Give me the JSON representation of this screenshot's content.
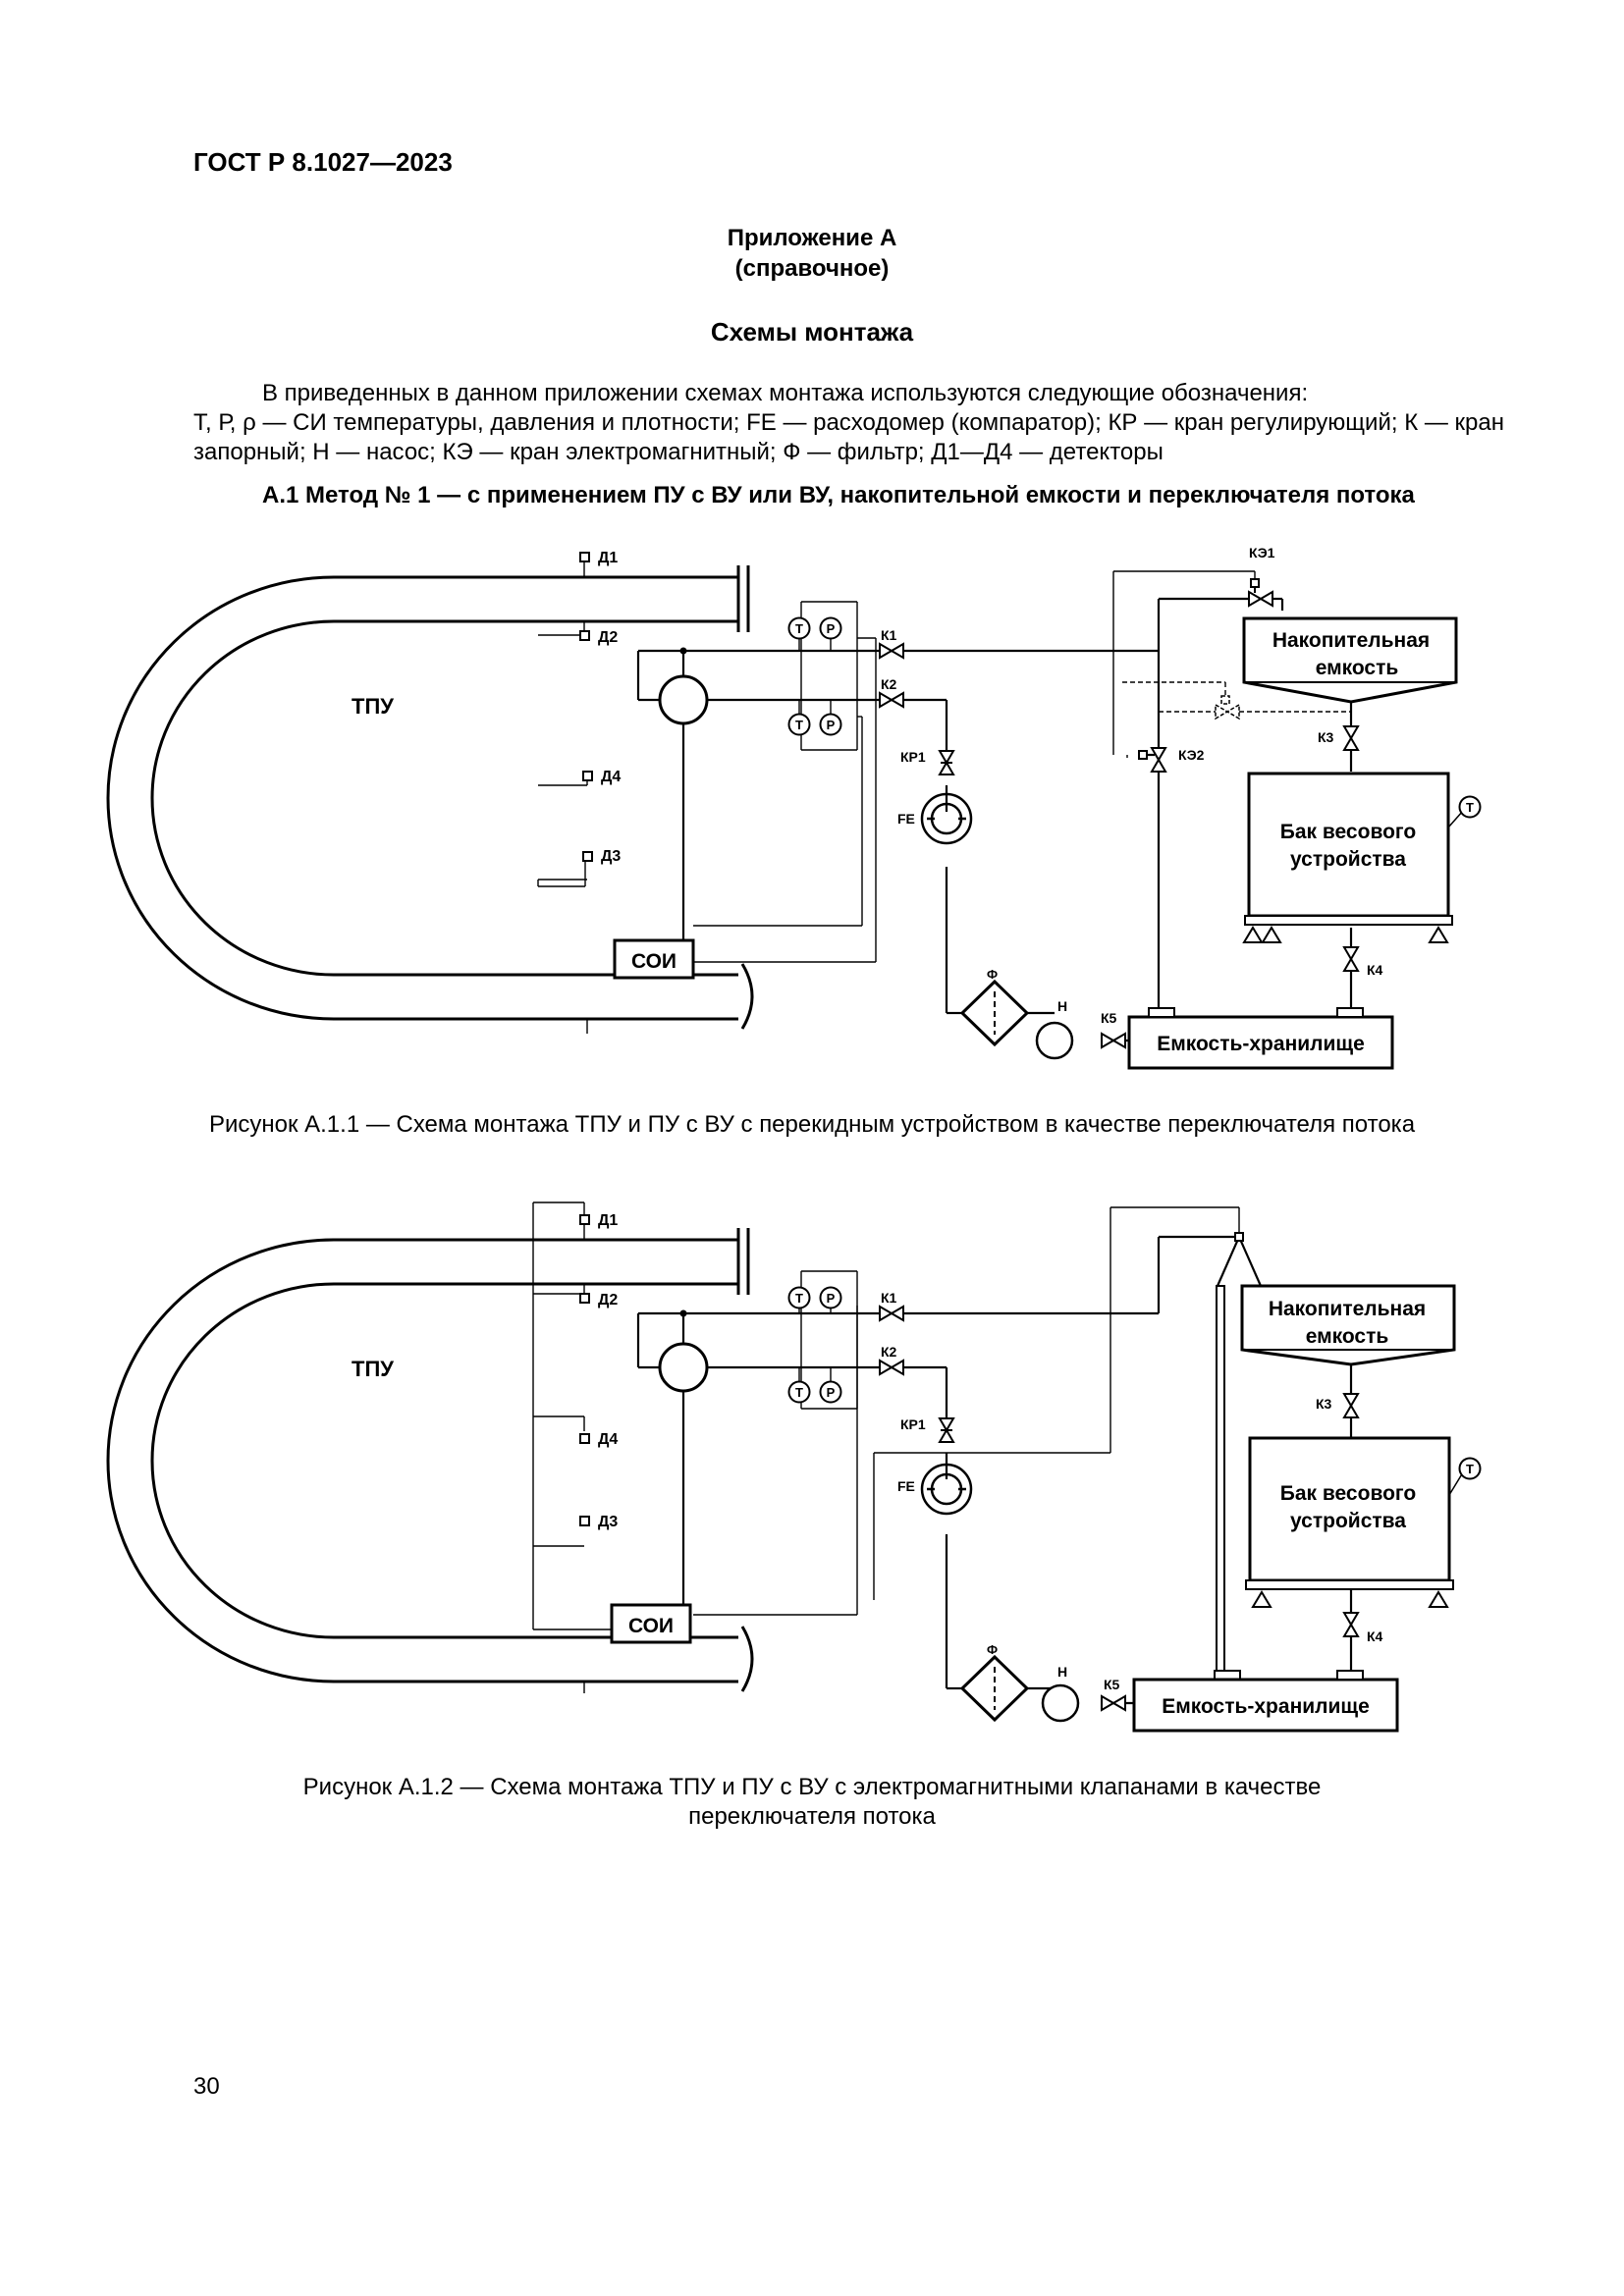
{
  "header": {
    "standard": "ГОСТ Р 8.1027—2023"
  },
  "appendix": {
    "title": "Приложение А",
    "note": "(справочное)"
  },
  "section_title": "Схемы монтажа",
  "intro": {
    "line1": "В приведенных в данном приложении схемах монтажа используются следующие обозначения:",
    "line2": "Т, Р, ρ — СИ температуры, давления и плотности; FE — расходомер (компаратор); КР — кран регулирующий; К — кран запорный; Н — насос; КЭ — кран электромагнитный; Ф — фильтр; Д1—Д4 — детекторы"
  },
  "subsection": "А.1 Метод № 1 — с применением ПУ с ВУ или ВУ, накопительной емкости и переключателя потока",
  "figure1": {
    "tpu": "ТПУ",
    "detectors": [
      "Д1",
      "Д2",
      "Д4",
      "Д3"
    ],
    "soi": "СОИ",
    "storage_tank": [
      "Накопительная",
      "емкость"
    ],
    "weigh_tank": [
      "Бак весового",
      "устройства"
    ],
    "reservoir": "Емкость-хранилище",
    "valves": {
      "k1": "К1",
      "k2": "К2",
      "kp1": "КР1",
      "fe": "FE",
      "ke1": "КЭ1",
      "ke2": "КЭ2",
      "k3": "К3",
      "k4": "К4",
      "k5": "К5"
    },
    "filter": "Ф",
    "pump": "Н",
    "t": "Т",
    "p": "Р",
    "caption": "Рисунок А.1.1 — Схема монтажа ТПУ и ПУ с ВУ с перекидным устройством в качестве переключателя потока"
  },
  "figure2": {
    "tpu": "ТПУ",
    "detectors": [
      "Д1",
      "Д2",
      "Д4",
      "Д3"
    ],
    "soi": "СОИ",
    "storage_tank": [
      "Накопительная",
      "емкость"
    ],
    "weigh_tank": [
      "Бак весового",
      "устройства"
    ],
    "reservoir": "Емкость-хранилище",
    "valves": {
      "k1": "К1",
      "k2": "К2",
      "kp1": "КР1",
      "fe": "FE",
      "k3": "К3",
      "k4": "К4",
      "k5": "К5"
    },
    "filter": "Ф",
    "pump": "Н",
    "t": "Т",
    "p": "Р",
    "caption": "Рисунок А.1.2 — Схема монтажа ТПУ и ПУ с ВУ с электромагнитными клапанами в качестве переключателя потока"
  },
  "page_number": "30"
}
